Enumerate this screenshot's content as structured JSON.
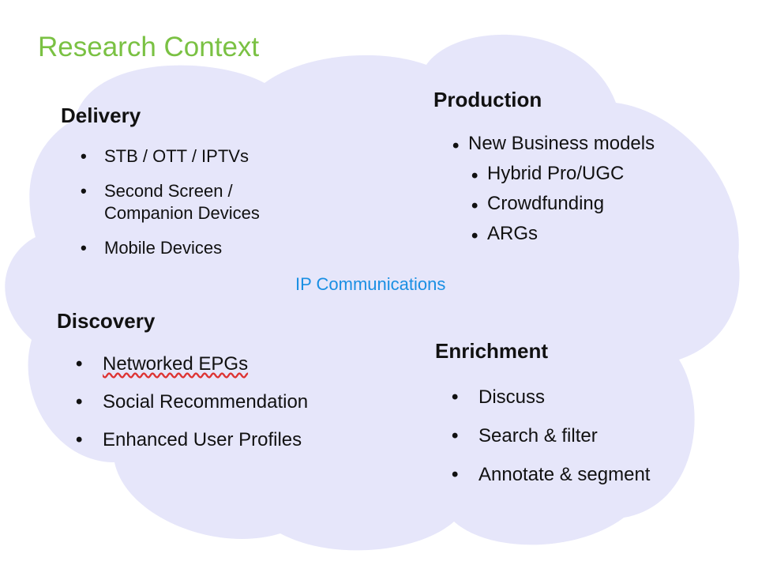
{
  "slide": {
    "title": "Research Context",
    "center_label": "IP Communications",
    "colors": {
      "title": "#7ac143",
      "cloud": "#e6e6fa",
      "label": "#1a8fe3"
    }
  },
  "sections": {
    "delivery": {
      "heading": "Delivery",
      "items": [
        "STB / OTT / IPTVs",
        "Second Screen /",
        "Companion Devices",
        "Mobile Devices"
      ]
    },
    "production": {
      "heading": "Production",
      "items": [
        "New Business models",
        "Hybrid Pro/UGC",
        "Crowdfunding",
        "ARGs"
      ]
    },
    "discovery": {
      "heading": "Discovery",
      "items": [
        "Networked EPGs",
        "Social Recommendation",
        "Enhanced User Profiles"
      ]
    },
    "enrichment": {
      "heading": "Enrichment",
      "items": [
        "Discuss",
        "Search & filter",
        "Annotate & segment"
      ]
    }
  }
}
